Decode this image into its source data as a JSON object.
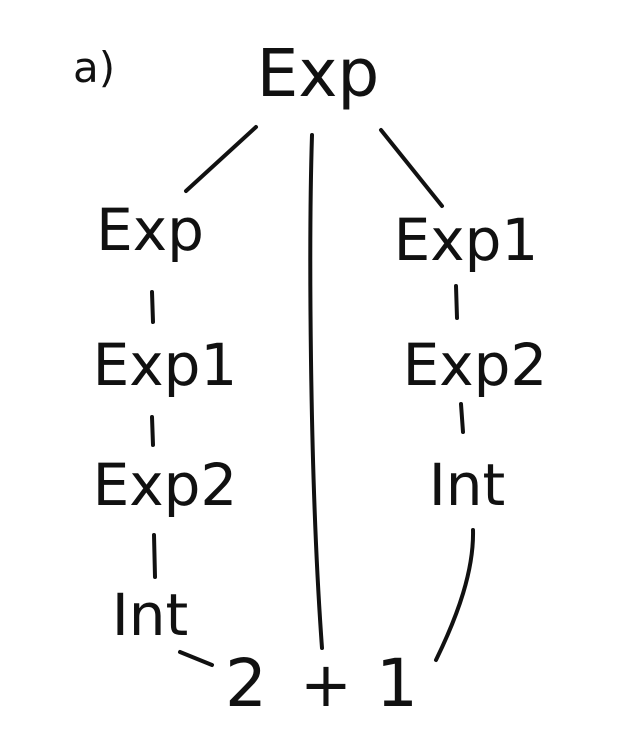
{
  "item_label": "a)",
  "tree": {
    "root": "Exp",
    "left_branch": [
      "Exp",
      "Exp1",
      "Exp2",
      "Int"
    ],
    "right_branch": [
      "Exp1",
      "Exp2",
      "Int"
    ],
    "tokens": [
      "2",
      "+",
      "1"
    ]
  }
}
